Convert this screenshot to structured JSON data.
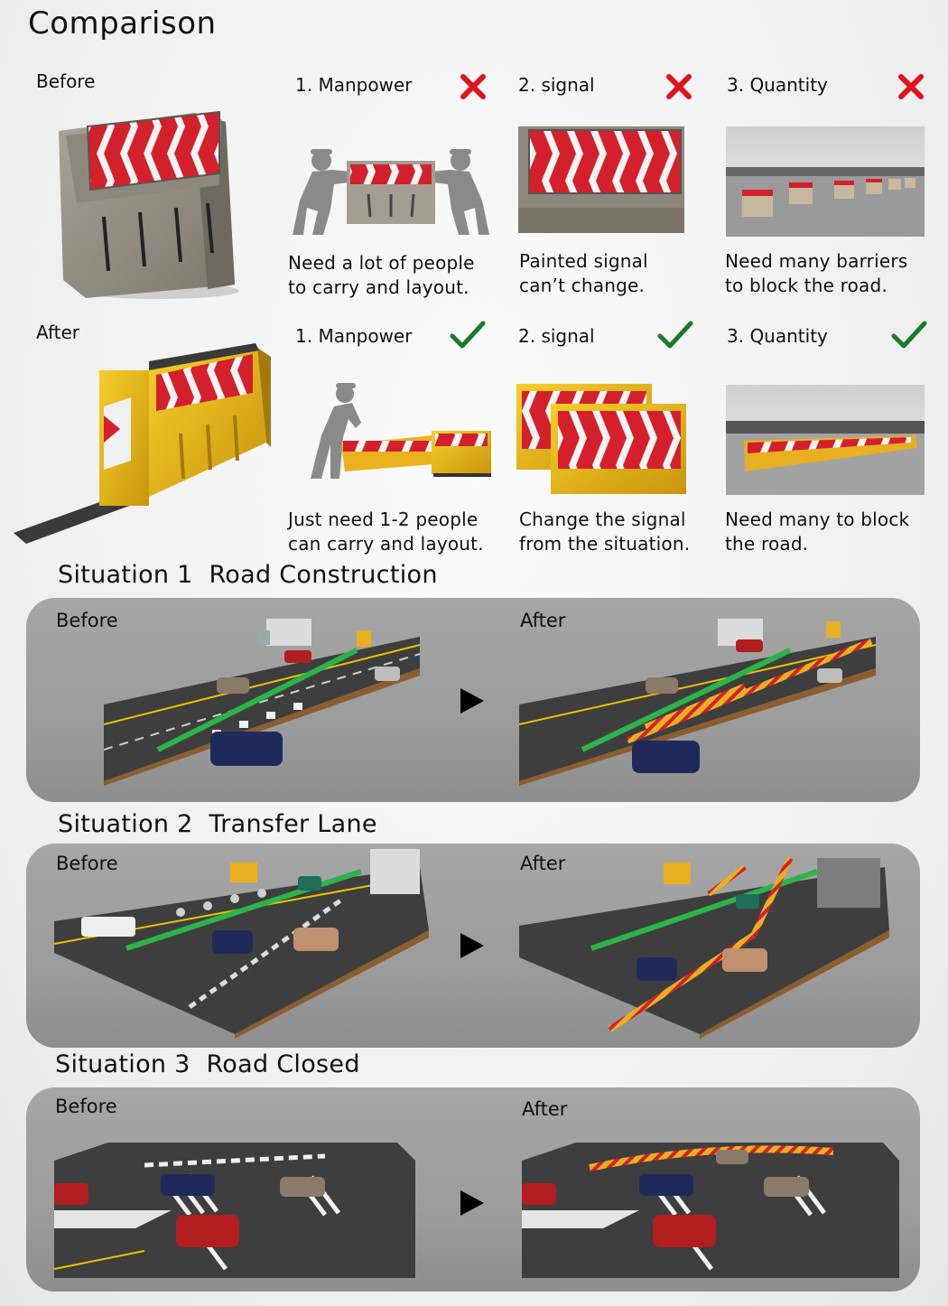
{
  "title": "Comparison",
  "before_label": "Before",
  "after_label": "After",
  "before_criteria": [
    {
      "label": "1. Manpower",
      "mark": "cross",
      "desc1": "Need a lot of people",
      "desc2": "to carry and layout."
    },
    {
      "label": "2. signal",
      "mark": "cross",
      "desc1": "Painted signal",
      "desc2": "can’t change."
    },
    {
      "label": "3. Quantity",
      "mark": "cross",
      "desc1": "Need many barriers",
      "desc2": "to block the road."
    }
  ],
  "after_criteria": [
    {
      "label": "1. Manpower",
      "mark": "check",
      "desc1": "Just need 1-2 people",
      "desc2": "can carry and layout."
    },
    {
      "label": "2. signal",
      "mark": "check",
      "desc1": "Change the signal",
      "desc2": "from the situation."
    },
    {
      "label": "3. Quantity",
      "mark": "check",
      "desc1": "Need many to block",
      "desc2": "the road."
    }
  ],
  "situations": [
    {
      "num": "Situation 1",
      "name": "Road Construction",
      "before": "Before",
      "after": "After"
    },
    {
      "num": "Situation 2",
      "name": "Transfer Lane",
      "before": "Before",
      "after": "After"
    },
    {
      "num": "Situation 3",
      "name": "Road Closed",
      "before": "Before",
      "after": "After"
    }
  ],
  "colors": {
    "cross": "#e0141e",
    "check": "#1b7a2a",
    "chevron_red": "#d4202c",
    "barrier_yellow": "#f2c21a"
  }
}
